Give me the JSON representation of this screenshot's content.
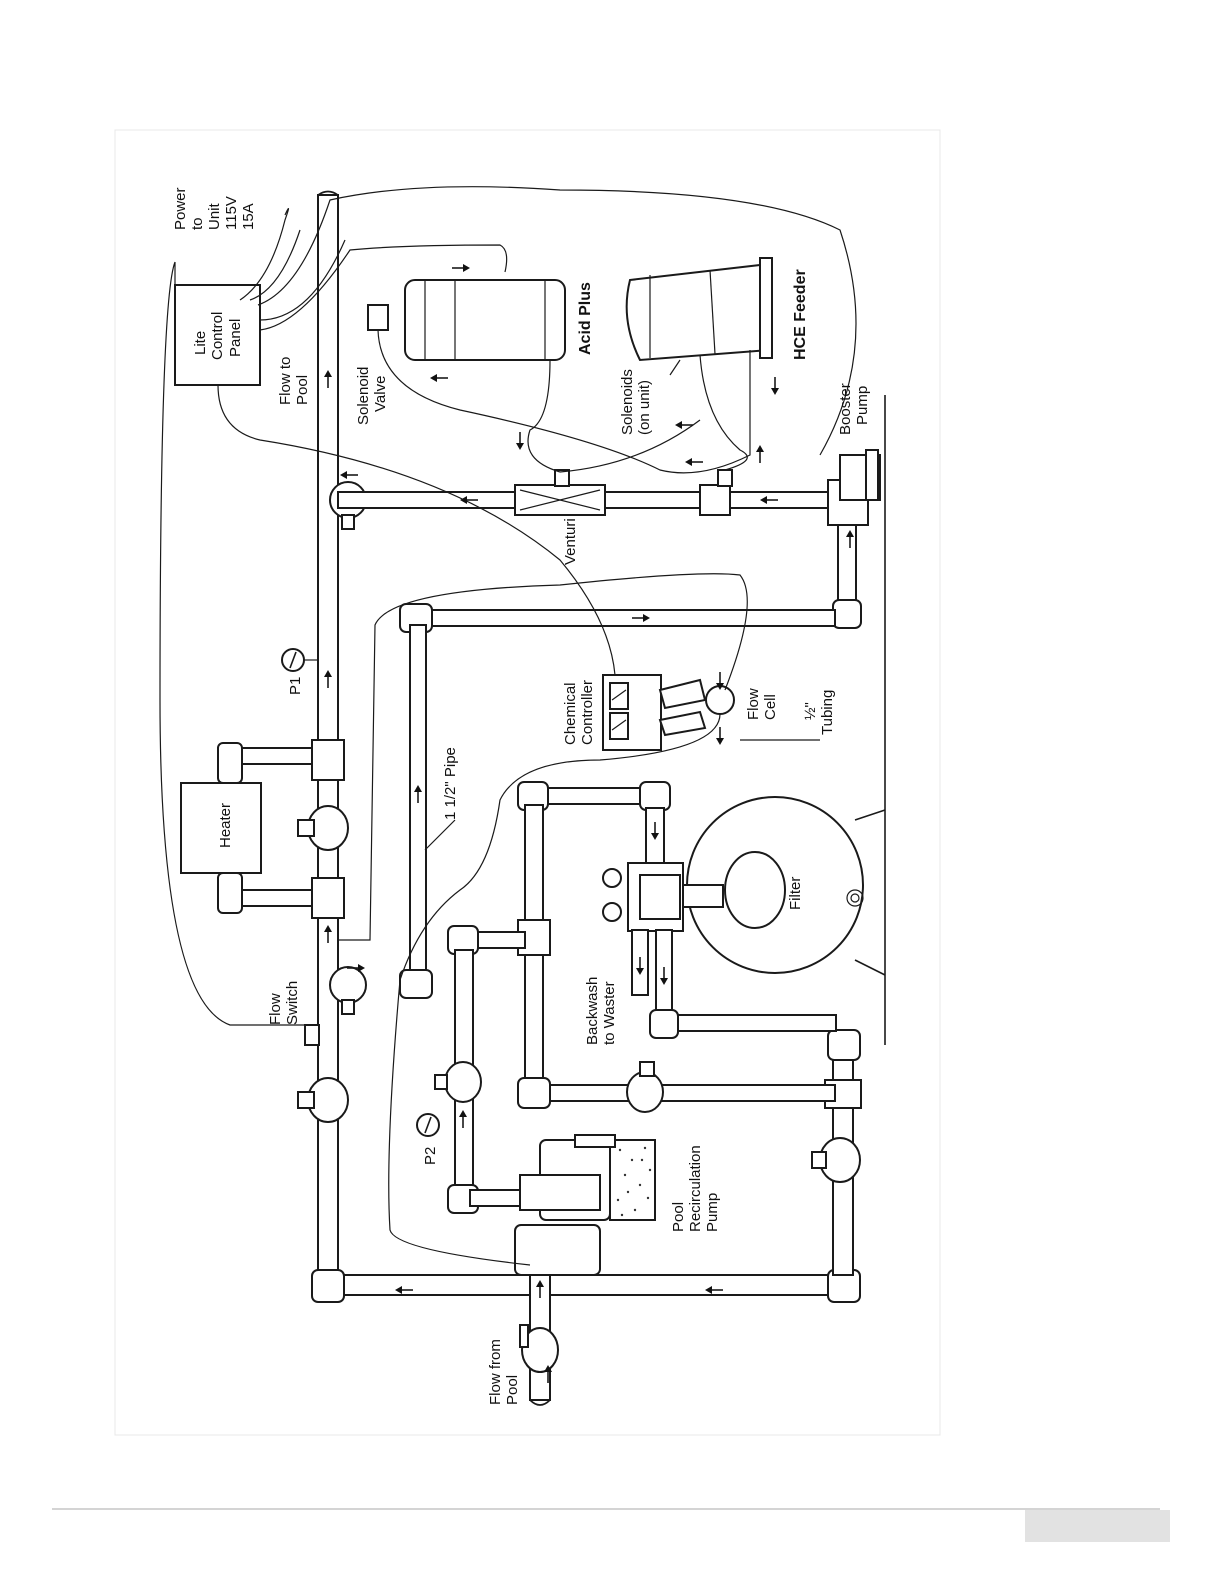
{
  "labels": {
    "power": [
      "Power",
      "to",
      "Unit",
      "115V",
      "15A"
    ],
    "control_panel": [
      "Lite",
      "Control",
      "Panel"
    ],
    "flow_to_pool": [
      "Flow to",
      "Pool"
    ],
    "solenoid_valve": [
      "Solenoid",
      "Valve"
    ],
    "acid_plus": "Acid Plus",
    "hce_feeder": "HCE Feeder",
    "solenoids": [
      "Solenoids",
      "(on unit)"
    ],
    "booster_pump": [
      "Booster",
      "Pump"
    ],
    "venturi": "Venturi",
    "p1": "P1",
    "p2": "P2",
    "chemical_controller": [
      "Chemical",
      "Controller"
    ],
    "flow_cell": [
      "Flow",
      "Cell"
    ],
    "tubing": [
      "½\"",
      "Tubing"
    ],
    "heater": "Heater",
    "pipe": "1 1/2\" Pipe",
    "flow_switch": [
      "Flow",
      "Switch"
    ],
    "backwash": [
      "Backwash",
      "to Waster"
    ],
    "filter": "Filter",
    "pool_pump": [
      "Pool",
      "Recirculation",
      "Pump"
    ],
    "flow_from_pool": [
      "Flow from",
      "Pool"
    ]
  },
  "colors": {
    "line": "#1a1a1a",
    "background": "#ffffff",
    "footer_rule": "#d4d4d4",
    "footer_tab": "#e2e2e2"
  }
}
